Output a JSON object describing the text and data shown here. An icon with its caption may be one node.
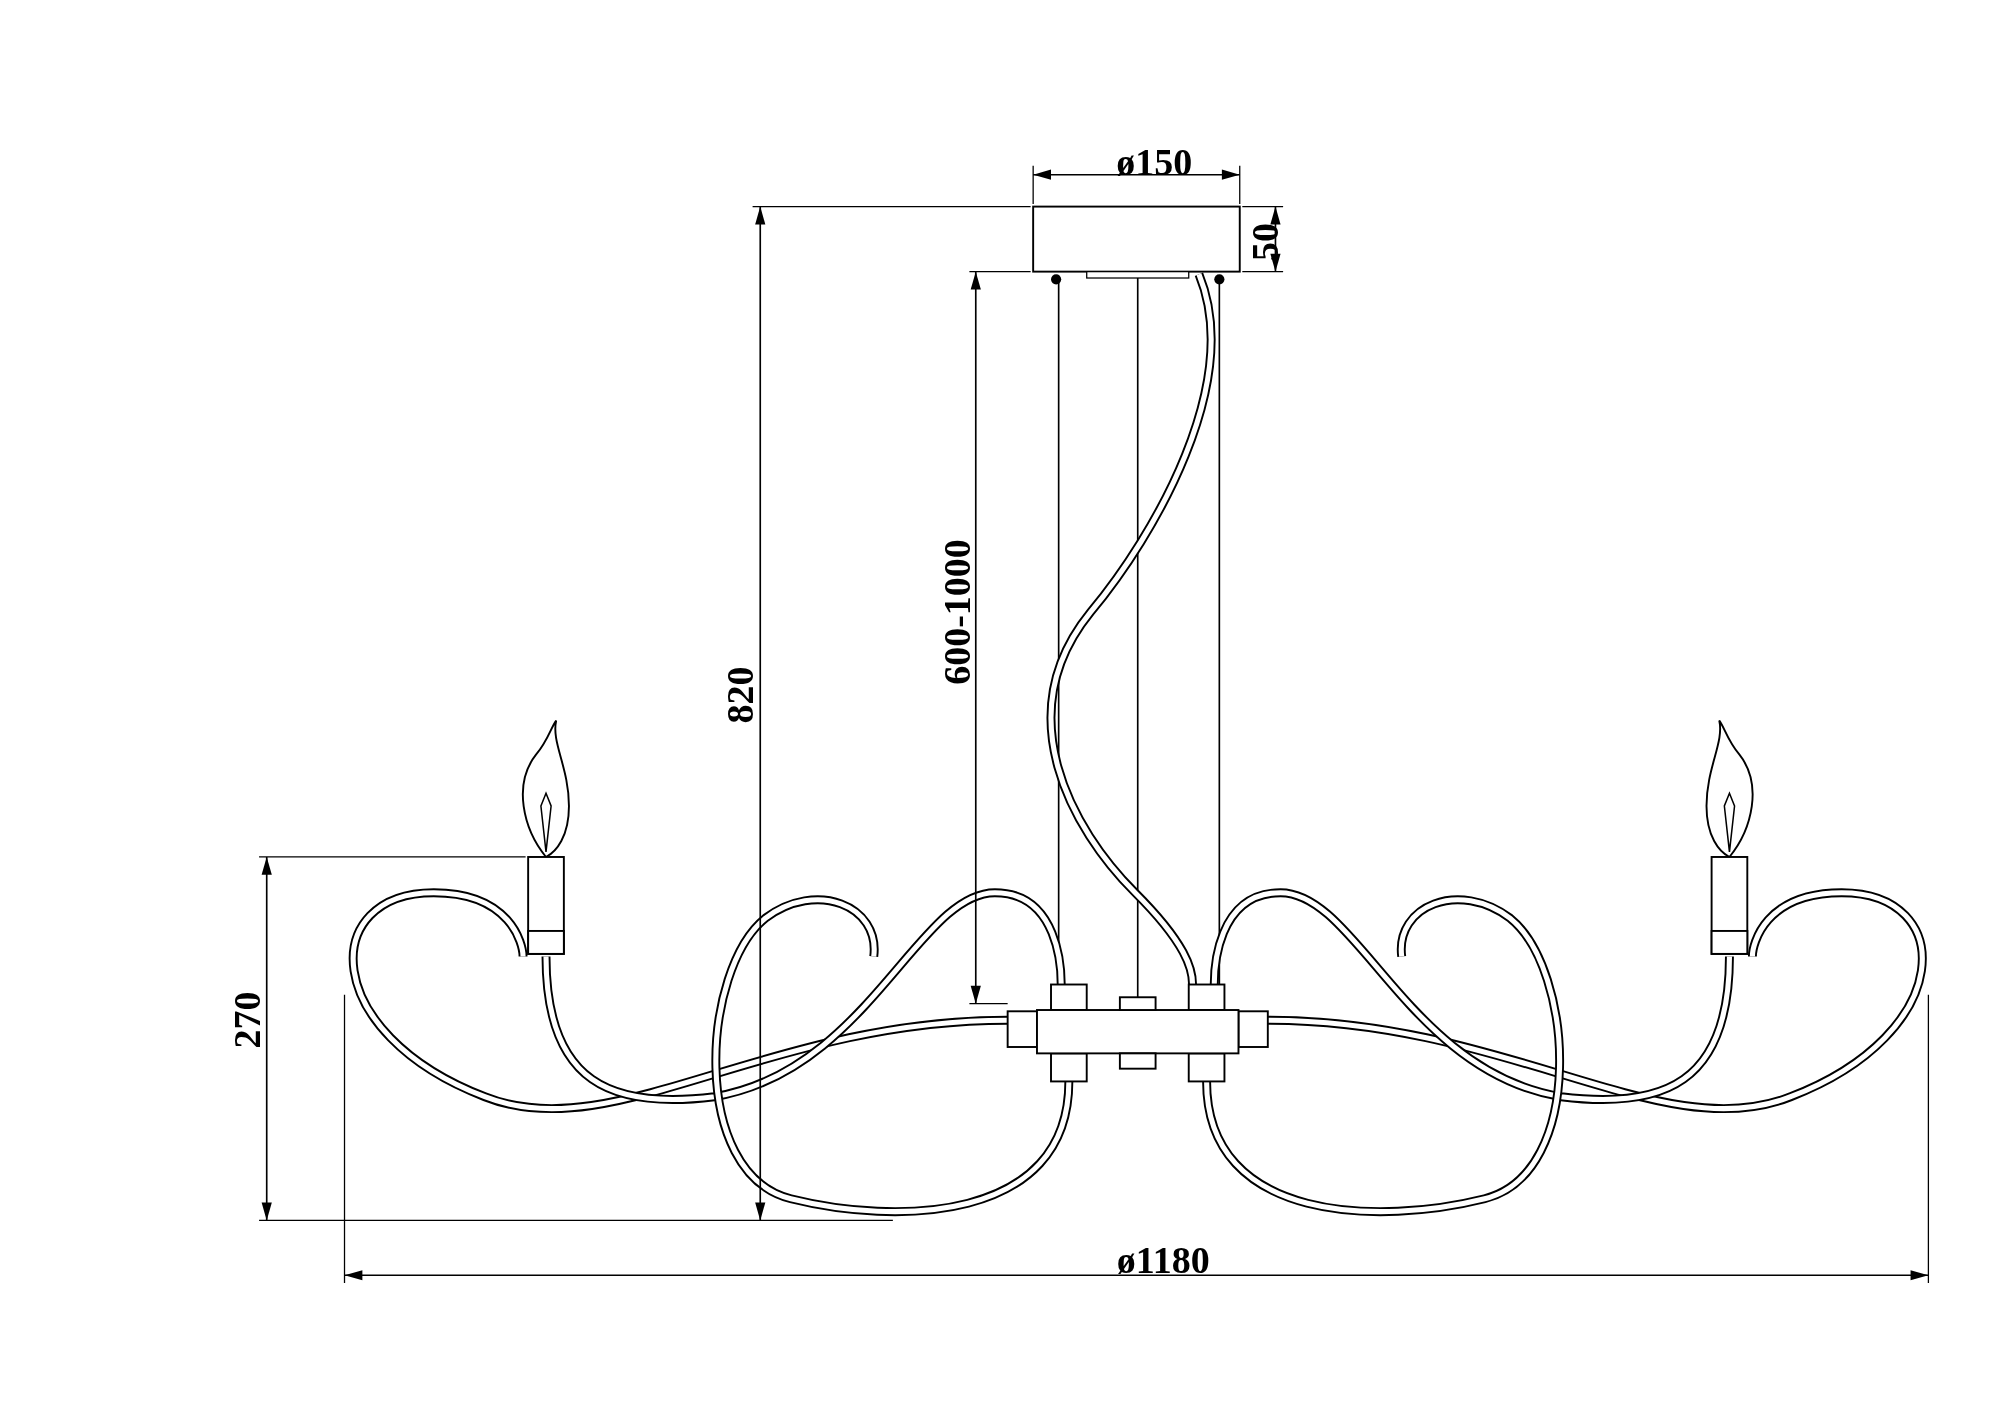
{
  "diagram": {
    "labels": [
      "ø150",
      "50",
      "600-1000",
      "820",
      "270",
      "ø1180"
    ]
  }
}
